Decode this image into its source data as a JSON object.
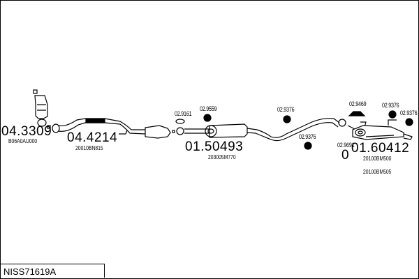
{
  "diagram_code": "NISS71619A",
  "parts": [
    {
      "number": "04.3309",
      "ref": "B06A0AU000"
    },
    {
      "number": "04.4214",
      "ref": "20010BN815"
    },
    {
      "number": "01.50493",
      "ref": "203005M770"
    },
    {
      "number": "01.60412",
      "refs": [
        "20100BM500",
        "20100BM505"
      ]
    }
  ],
  "small_parts": [
    "02.9161",
    "02.9559",
    "02.9376",
    "02.9376",
    "02.9469",
    "02.9376",
    "02.9376",
    "02.9691"
  ],
  "extra_mark": "0"
}
